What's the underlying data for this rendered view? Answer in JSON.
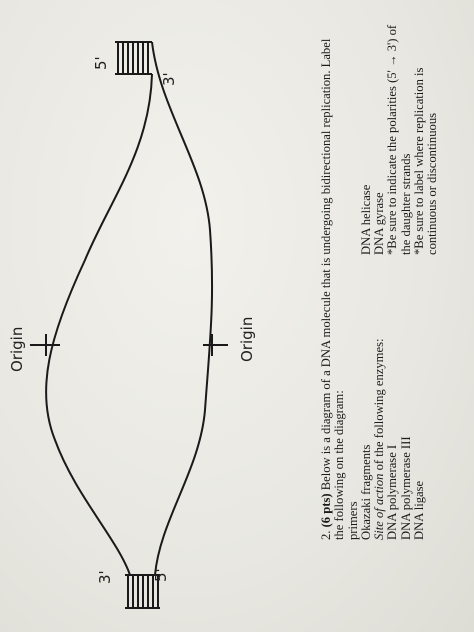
{
  "question": {
    "number": "2.",
    "points": "(6 pts)",
    "stem_line1": "Below is a diagram of a DNA molecule that is undergoing bidirectional replication. Label",
    "stem_line2": "the following on the diagram:"
  },
  "left_items": {
    "l1": "primers",
    "l2": "Okazaki fragments",
    "l3_italic": "Site of action",
    "l3_rest": " of the following enzymes:",
    "l4": "DNA polymerase I",
    "l5": "DNA polymerase III",
    "l6": "DNA ligase"
  },
  "right_items": {
    "r1": "DNA helicase",
    "r2": "DNA gyrase",
    "r3": "*Be sure to indicate the polarities (5' → 3') of",
    "r4": "the daughter strands",
    "r5": "*Be sure to label where replication is",
    "r6": "continuous or discontinuous"
  },
  "diagram": {
    "origin_top": "Origin",
    "origin_bottom": "Origin",
    "end_top_3": "3'",
    "end_top_5": "5'",
    "end_bottom_5": "5'",
    "end_bottom_3": "3'"
  }
}
